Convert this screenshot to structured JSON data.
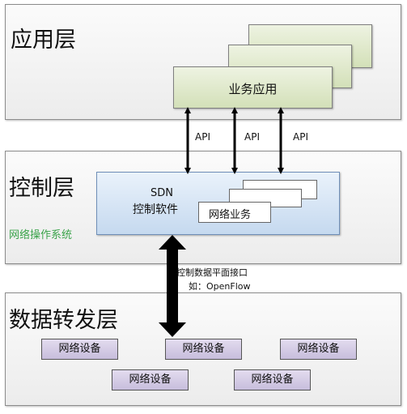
{
  "layers": {
    "app": {
      "title": "应用层"
    },
    "control": {
      "title": "控制层",
      "os_label": "网络操作系统"
    },
    "forwarding": {
      "title": "数据转发层"
    }
  },
  "app_layer": {
    "service_app_label": "业务应用"
  },
  "api_labels": [
    "API",
    "API",
    "API"
  ],
  "control_layer": {
    "sdn_title": "SDN",
    "sdn_subtitle": "控制软件",
    "network_service_label": "网络业务"
  },
  "interface": {
    "label": "控制数据平面接口",
    "example": "如：OpenFlow"
  },
  "devices": [
    "网络设备",
    "网络设备",
    "网络设备",
    "网络设备",
    "网络设备"
  ],
  "colors": {
    "app_box": "#d3e0b8",
    "sdn_box": "#c5d9ef",
    "device_box": "#c7bddc",
    "os_label": "#3aa34a"
  }
}
